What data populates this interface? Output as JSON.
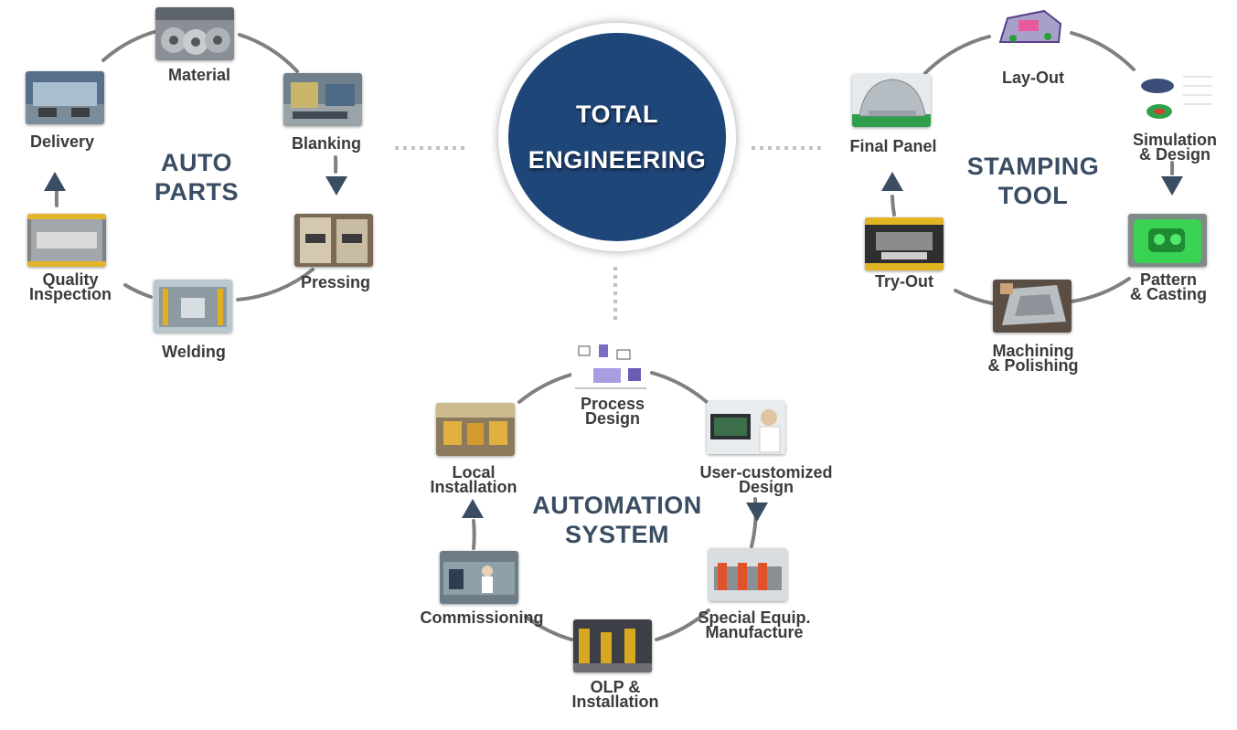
{
  "center": {
    "line1": "TOTAL",
    "line2": "ENGINEERING",
    "fill_color": "#1f4679"
  },
  "cycles": {
    "auto_parts": {
      "title_line1": "AUTO",
      "title_line2": "PARTS",
      "steps": [
        "Material",
        "Blanking",
        "Pressing",
        "Welding",
        "Quality Inspection",
        "Delivery"
      ]
    },
    "stamping_tool": {
      "title_line1": "STAMPING",
      "title_line2": "TOOL",
      "steps": [
        "Lay-Out",
        "Simulation & Design",
        "Pattern & Casting",
        "Machining & Polishing",
        "Try-Out",
        "Final Panel"
      ]
    },
    "automation_system": {
      "title_line1": "AUTOMATION",
      "title_line2": "SYSTEM",
      "steps": [
        "Process Design",
        "User-customized Design",
        "Special Equip. Manufacture",
        "OLP & Installation",
        "Commissioning",
        "Local Installation"
      ]
    }
  },
  "labels": {
    "material": "Material",
    "blanking": "Blanking",
    "pressing": "Pressing",
    "welding": "Welding",
    "quality_l1": "Quality",
    "quality_l2": "Inspection",
    "delivery": "Delivery",
    "layout": "Lay-Out",
    "simulation_l1": "Simulation",
    "simulation_l2": "& Design",
    "pattern_l1": "Pattern",
    "pattern_l2": "& Casting",
    "machining_l1": "Machining",
    "machining_l2": "& Polishing",
    "tryout": "Try-Out",
    "final_panel": "Final Panel",
    "process_l1": "Process",
    "process_l2": "Design",
    "usercust_l1": "User-customized",
    "usercust_l2": "Design",
    "special_l1": "Special Equip.",
    "special_l2": "Manufacture",
    "olp_l1": "OLP &",
    "olp_l2": "Installation",
    "commissioning": "Commissioning",
    "local_l1": "Local",
    "local_l2": "Installation"
  },
  "colors": {
    "ring": "#7f7f7f",
    "arrow": "#3a4d63",
    "dots": "#bdbdbd",
    "title": "#3a4d63"
  }
}
